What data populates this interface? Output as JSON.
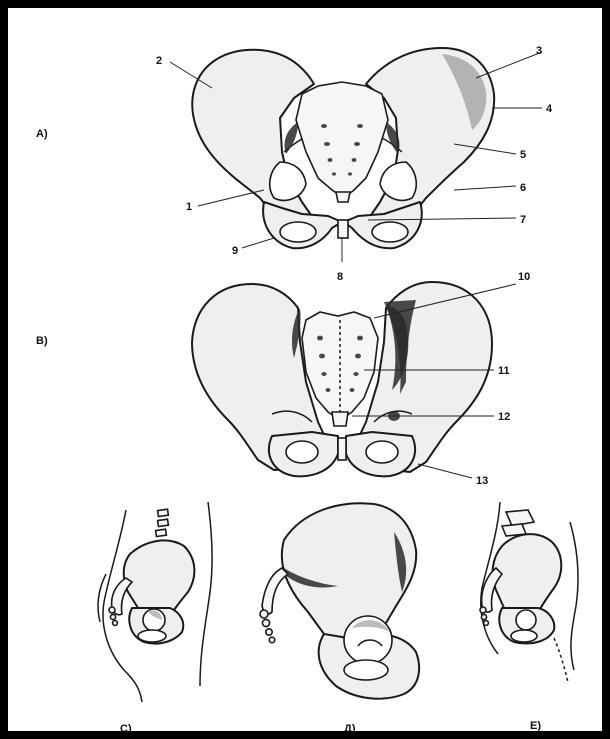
{
  "section_labels": {
    "A": "A)",
    "B": "B)",
    "C": "C)",
    "D": "Д)",
    "E": "E)"
  },
  "numbers": {
    "n1": "1",
    "n2": "2",
    "n3": "3",
    "n4": "4",
    "n5": "5",
    "n6": "6",
    "n7": "7",
    "n8": "8",
    "n9": "9",
    "n10": "10",
    "n11": "11",
    "n12": "12",
    "n13": "13"
  },
  "colors": {
    "frame": "#000000",
    "paper": "#ffffff",
    "bone": "#efefed",
    "ink": "#1a1a1a"
  }
}
